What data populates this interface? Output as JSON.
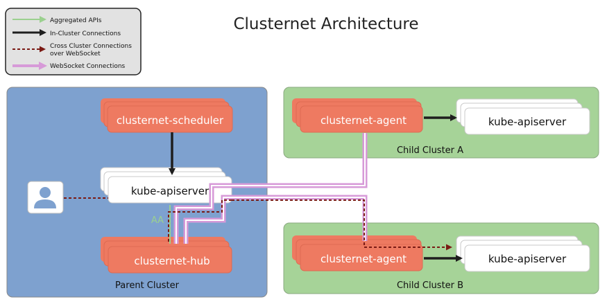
{
  "title": "Clusternet Architecture",
  "legend": {
    "items": [
      {
        "label": "Aggregated APIs",
        "color": "#9bd08f"
      },
      {
        "label": "In-Cluster Connections",
        "color": "#1e1e1e"
      },
      {
        "label_line1": "Cross Cluster Connections",
        "label_line2": "over WebSocket",
        "color": "#7a1a14"
      },
      {
        "label": "WebSocket Connections",
        "color": "#d79ad8"
      }
    ]
  },
  "parent_cluster": {
    "label": "Parent Cluster",
    "scheduler_label": "clusternet-scheduler",
    "apiserver_label": "kube-apiserver",
    "hub_label": "clusternet-hub",
    "aa_label": "AA",
    "user_icon": "user-icon"
  },
  "child_a": {
    "label": "Child Cluster A",
    "agent_label": "clusternet-agent",
    "apiserver_label": "kube-apiserver"
  },
  "child_b": {
    "label": "Child Cluster B",
    "agent_label": "clusternet-agent",
    "apiserver_label": "kube-apiserver"
  },
  "colors": {
    "parent_bg": "#7ea1cf",
    "child_bg": "#a6d398",
    "component": "#ee7a61",
    "component_stroke": "#c9573f",
    "black_arrow": "#1e1e1e",
    "websocket": "#d79ad8",
    "cross_cluster": "#7a1a14",
    "aggregated": "#9bd08f"
  }
}
